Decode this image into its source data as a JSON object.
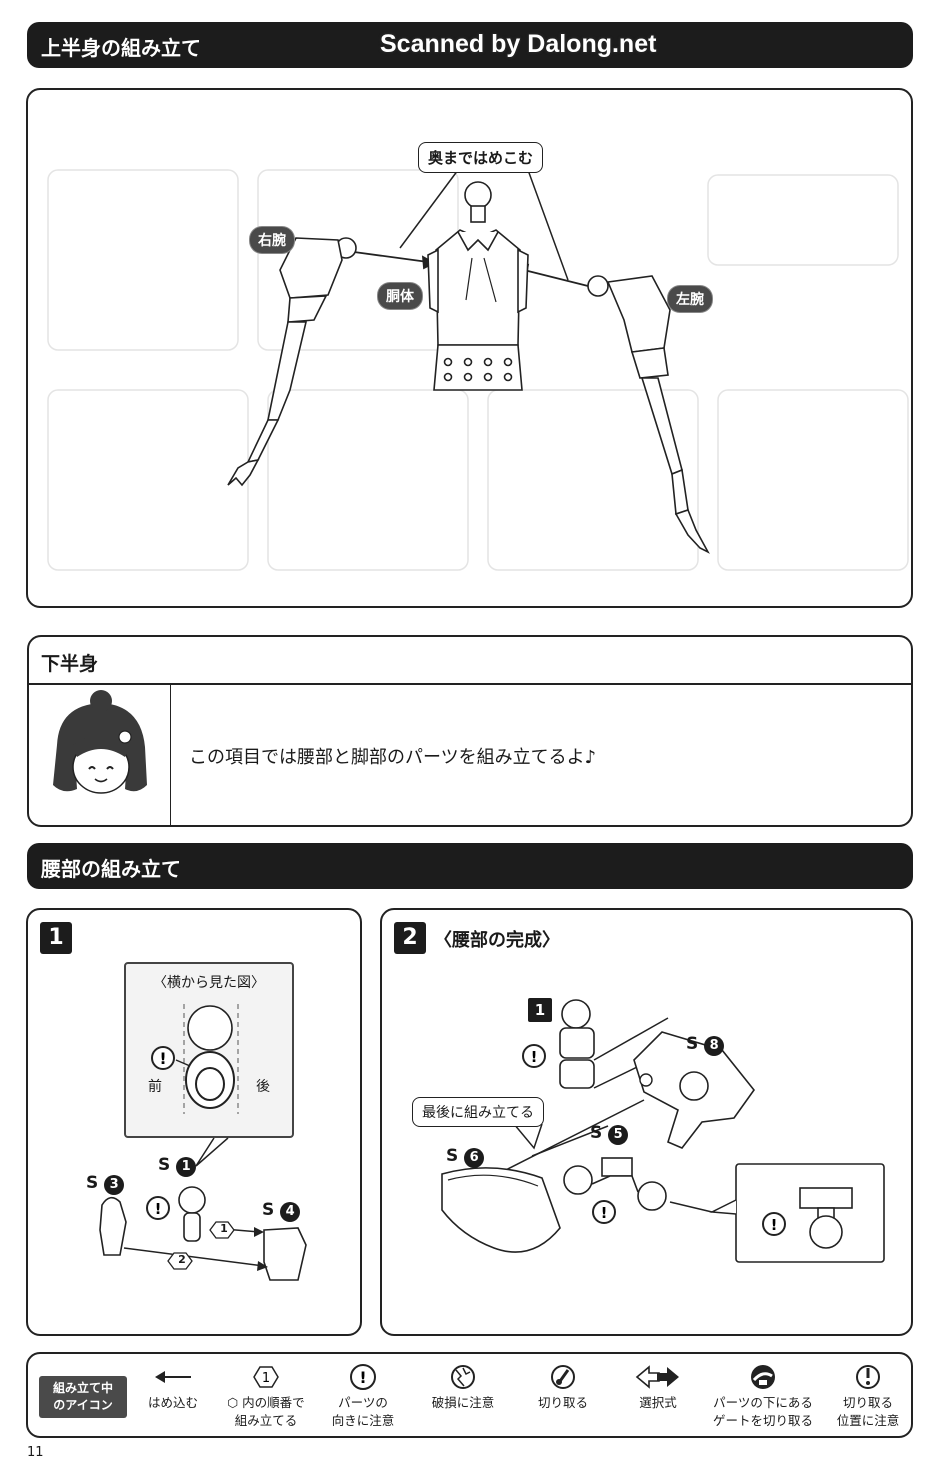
{
  "watermark": "Scanned by Dalong.net",
  "section_upper": {
    "title": "上半身の組み立て",
    "callout_insert": "奥まではめこむ",
    "label_right_arm": "右腕",
    "label_body": "胴体",
    "label_left_arm": "左腕"
  },
  "section_lower": {
    "title": "下半身",
    "speech": "この項目では腰部と脚部のパーツを組み立てるよ♪"
  },
  "section_waist": {
    "title": "腰部の組み立て",
    "step1": {
      "number": "1",
      "side_view_title": "〈横から見た図〉",
      "front_label": "前",
      "back_label": "後",
      "part_s1": "S",
      "part_s1_num": "1",
      "part_s3": "S",
      "part_s3_num": "3",
      "part_s4": "S",
      "part_s4_num": "4",
      "order_1": "1",
      "order_2": "2"
    },
    "step2": {
      "number": "2",
      "title": "〈腰部の完成〉",
      "ref_step": "1",
      "callout_last": "最後に組み立てる",
      "part_s8": "S",
      "part_s8_num": "8",
      "part_s5": "S",
      "part_s5_num": "5",
      "part_s6": "S",
      "part_s6_num": "6"
    }
  },
  "legend": {
    "title_line1": "組み立て中",
    "title_line2": "のアイコン",
    "items": [
      {
        "icon": "arrow-left-icon",
        "line1": "はめ込む",
        "line2": ""
      },
      {
        "icon": "hexagon-1-icon",
        "line1": "⬡ 内の順番で",
        "line2": "組み立てる",
        "glyph": "1"
      },
      {
        "icon": "warning-icon",
        "line1": "パーツの",
        "line2": "向きに注意"
      },
      {
        "icon": "breakage-icon",
        "line1": "破損に注意",
        "line2": ""
      },
      {
        "icon": "cut-icon",
        "line1": "切り取る",
        "line2": ""
      },
      {
        "icon": "selectable-arrows-icon",
        "line1": "選択式",
        "line2": ""
      },
      {
        "icon": "gate-under-part-icon",
        "line1": "パーツの下にある",
        "line2": "ゲートを切り取る"
      },
      {
        "icon": "cut-position-icon",
        "line1": "切り取る",
        "line2": "位置に注意"
      }
    ]
  },
  "page_number": "11"
}
